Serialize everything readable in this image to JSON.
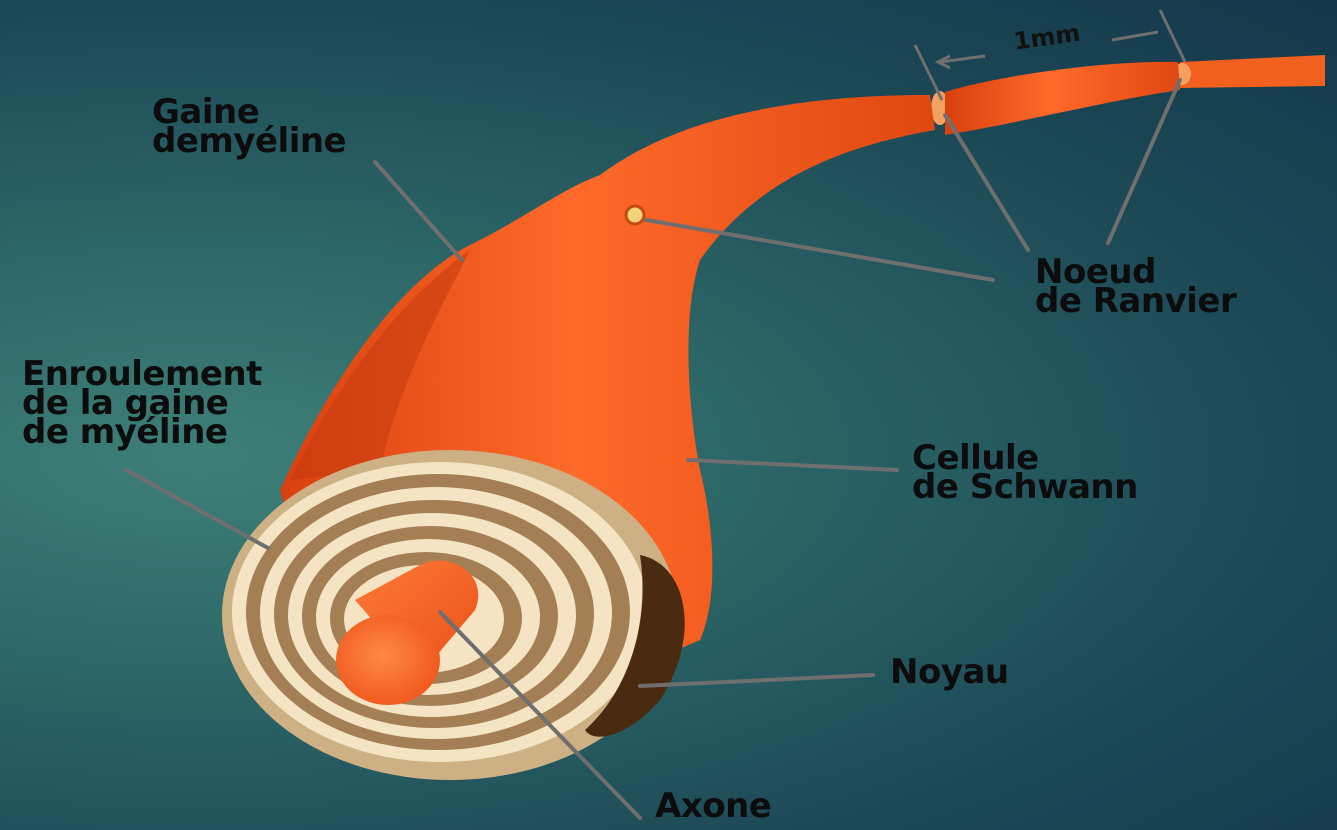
{
  "labels": {
    "gaine": {
      "line1": "Gaine",
      "line2": "demyéline"
    },
    "noeud": {
      "line1": "Noeud",
      "line2": "de Ranvier"
    },
    "enroulement": {
      "line1": "Enroulement",
      "line2": "de la gaine",
      "line3": "de myéline"
    },
    "cellule": {
      "line1": "Cellule",
      "line2": "de Schwann"
    },
    "noyau": "Noyau",
    "axone": "Axone",
    "scale": "1mm"
  },
  "colors": {
    "background": "#2c6566",
    "fiber": "#f0501e",
    "fiber_dark": "#c93610",
    "myelin_light": "#f3e2c0",
    "myelin_dark": "#a07a52",
    "nucleus": "#4a2a10",
    "leader_line": "#6f6f6f",
    "label_text": "#0c0c0c"
  }
}
